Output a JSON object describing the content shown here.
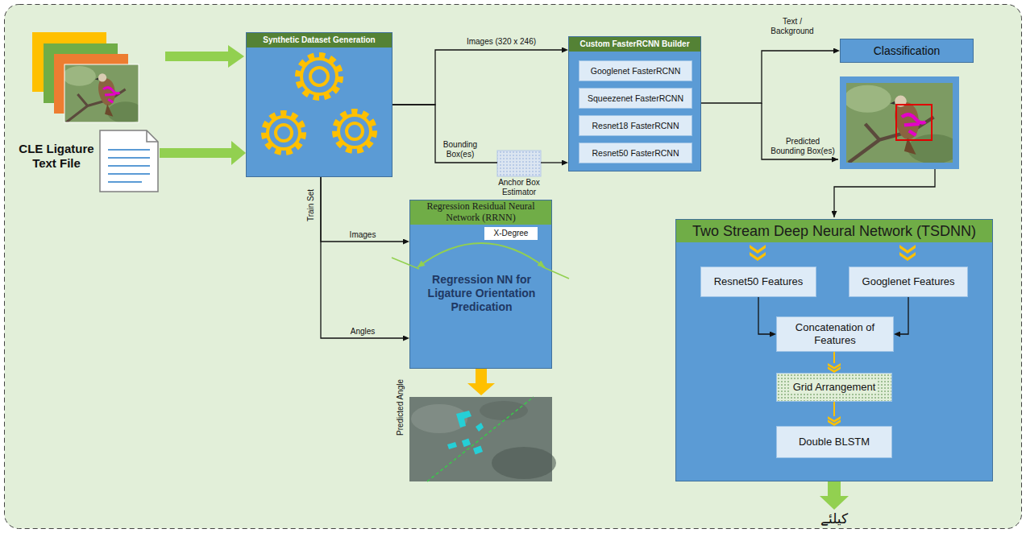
{
  "diagram": {
    "nodes": [
      {
        "text": [
          "CLE Ligature Text File"
        ]
      },
      {
        "text": [
          "Synthetic Dataset Generation"
        ]
      },
      {
        "text": [
          "Anchor Box Estimator"
        ]
      },
      {
        "text": [
          "Custom FasterRCNN Builder"
        ]
      },
      {
        "text": [
          "Googlenet FasterRCNN"
        ],
        "in": 3
      },
      {
        "text": [
          "Squeezenet FasterRCNN"
        ],
        "in": 3
      },
      {
        "text": [
          "Resnet18 FasterRCNN"
        ],
        "in": 3
      },
      {
        "text": [
          "Resnet50 FasterRCNN"
        ],
        "in": 3
      },
      {
        "text": [
          "Classification"
        ]
      },
      {
        "text": [
          "Regression Residual Neural Network (RRNN)",
          "Regression NN for Ligature Orientation Predication"
        ]
      },
      {
        "text": [
          "X-Degree"
        ],
        "in": 9
      },
      {
        "text": [
          "Two Stream Deep Neural Network (TSDNN)"
        ]
      },
      {
        "text": [
          "Resnet50 Features"
        ],
        "in": 11
      },
      {
        "text": [
          "Googlenet Features"
        ],
        "in": 11
      },
      {
        "text": [
          "Concatenation of Features"
        ],
        "in": 11
      },
      {
        "text": [
          "Grid Arrangement"
        ],
        "in": 11
      },
      {
        "text": [
          "Double BLSTM"
        ],
        "in": 11
      }
    ],
    "edges": [
      {
        "from": 0,
        "to": 1,
        "arrow": "to"
      },
      {
        "from": 1,
        "to": 3,
        "label": "Images (320 x 246)",
        "arrow": "to"
      },
      {
        "from": 1,
        "to": 2,
        "label": "Bounding Box(es)",
        "arrow": "none"
      },
      {
        "from": 2,
        "to": 3,
        "arrow": "to"
      },
      {
        "from": 1,
        "to": 9,
        "label": "Images",
        "arrow": "to"
      },
      {
        "from": 1,
        "to": 9,
        "label": "Angles",
        "arrow": "to"
      },
      {
        "from": 3,
        "to": 8,
        "label": "Text / Background",
        "arrow": "to"
      },
      {
        "from": 12,
        "to": 14,
        "arrow": "to"
      },
      {
        "from": 13,
        "to": 14,
        "arrow": "to"
      },
      {
        "from": 14,
        "to": 15,
        "arrow": "to"
      },
      {
        "from": 15,
        "to": 16,
        "arrow": "to"
      }
    ],
    "labels": [
      "Train Set",
      "Predicted Bounding Box(es)",
      "Predicted Angle",
      "کیلئے"
    ]
  }
}
